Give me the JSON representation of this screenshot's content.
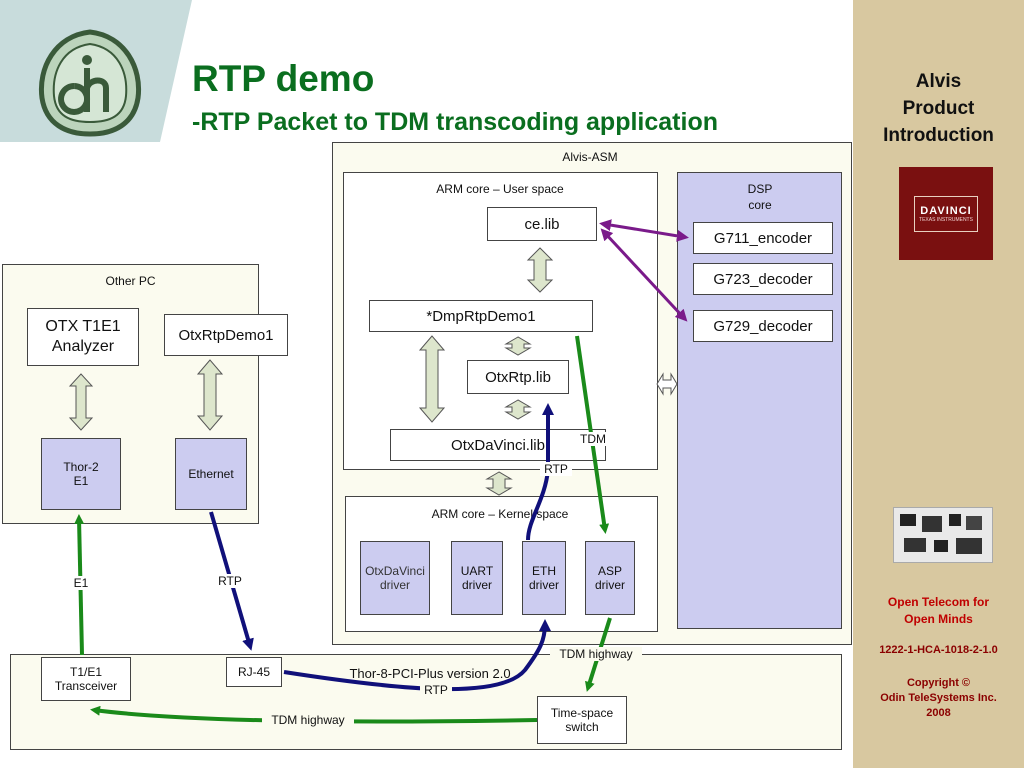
{
  "slide": {
    "title": "RTP demo",
    "subtitle": "-RTP Packet to TDM transcoding application"
  },
  "sidebar": {
    "title_lines": [
      "Alvis",
      "Product",
      "Introduction"
    ],
    "davinci_logo": {
      "text": "DAVINCI",
      "subtext": "TEXAS INSTRUMENTS"
    },
    "tagline_lines": [
      "Open Telecom for",
      "Open Minds"
    ],
    "doc_number": "1222-1-HCA-1018-2-1.0",
    "copyright_lines": [
      "Copyright ©",
      "Odin TeleSystems Inc.",
      "2008"
    ]
  },
  "diagram": {
    "other_pc": {
      "label": "Other PC",
      "analyzer": [
        "OTX T1E1",
        "Analyzer"
      ],
      "otxrtpdemo1": "OtxRtpDemo1",
      "thor2": [
        "Thor-2",
        "E1"
      ],
      "ethernet": "Ethernet"
    },
    "alvis_asm": {
      "label": "Alvis-ASM",
      "user_space": {
        "label": "ARM core – User space",
        "ce_lib": "ce.lib",
        "dmprtpdemo1": "*DmpRtpDemo1",
        "otxrtp_lib": "OtxRtp.lib",
        "otxdavinci_lib": "OtxDaVinci.lib"
      },
      "kernel_space": {
        "label": "ARM core – Kernel space",
        "drivers": [
          [
            "OtxDaVinci",
            "driver"
          ],
          [
            "UART",
            "driver"
          ],
          [
            "ETH",
            "driver"
          ],
          [
            "ASP",
            "driver"
          ]
        ]
      },
      "dsp": {
        "label": [
          "DSP",
          "core"
        ],
        "codecs": [
          "G711_encoder",
          "G723_decoder",
          "G729_decoder"
        ]
      }
    },
    "thor8": {
      "label": "Thor-8-PCI-Plus version 2.0",
      "transceiver": [
        "T1/E1",
        "Transceiver"
      ],
      "rj45": "RJ-45",
      "switch": [
        "Time-space",
        "switch"
      ]
    },
    "link_labels": {
      "e1": "E1",
      "rtp_left": "RTP",
      "rtp_bottom": "RTP",
      "rtp_mid": "RTP",
      "tdm_mid": "TDM",
      "tdm_highway_right": "TDM highway",
      "tdm_highway_bottom": "TDM highway"
    },
    "colors": {
      "green": "#1a8a1a",
      "navy": "#10107a",
      "purple": "#7a1a8a"
    }
  }
}
